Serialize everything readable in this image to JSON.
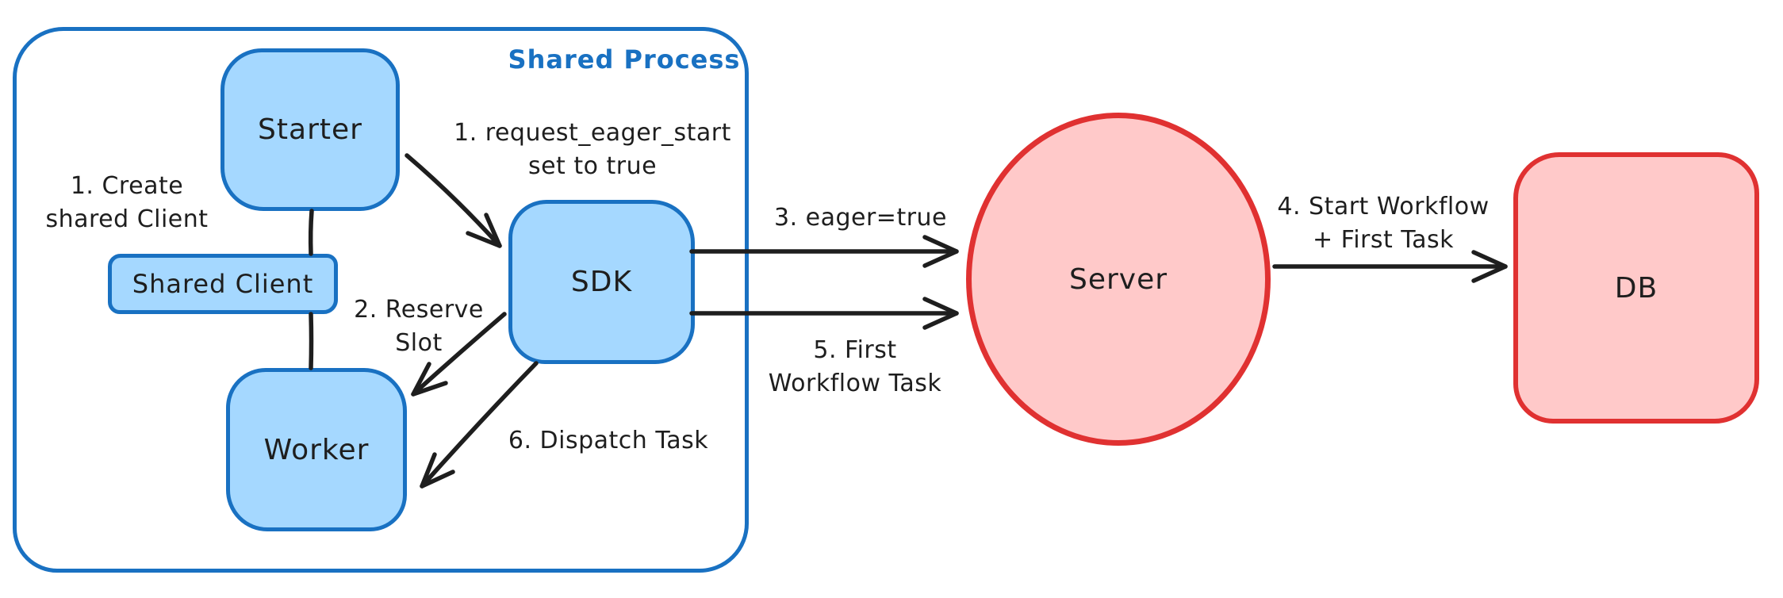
{
  "container": {
    "label": "Shared Process"
  },
  "nodes": {
    "starter": {
      "label": "Starter"
    },
    "shared_client": {
      "label": "Shared Client"
    },
    "worker": {
      "label": "Worker"
    },
    "sdk": {
      "label": "SDK"
    },
    "server": {
      "label": "Server"
    },
    "db": {
      "label": "DB"
    }
  },
  "annotations": {
    "create_client": {
      "line1": "1. Create",
      "line2": "shared Client"
    },
    "request_eager": {
      "line1": "1. request_eager_start",
      "line2": "set to true"
    },
    "reserve_slot": {
      "line1": "2. Reserve",
      "line2": "Slot"
    },
    "eager_true": {
      "line1": "3. eager=true"
    },
    "start_workflow": {
      "line1": "4. Start Workflow",
      "line2": "+ First Task"
    },
    "first_workflow_task": {
      "line1": "5. First",
      "line2": "Workflow Task"
    },
    "dispatch_task": {
      "line1": "6. Dispatch Task"
    }
  },
  "colors": {
    "blue_stroke": "#1971c2",
    "blue_fill": "#a5d8ff",
    "red_stroke": "#e03131",
    "red_fill": "#ffc9c9",
    "ink": "#1e1e1e",
    "background": "#ffffff"
  }
}
